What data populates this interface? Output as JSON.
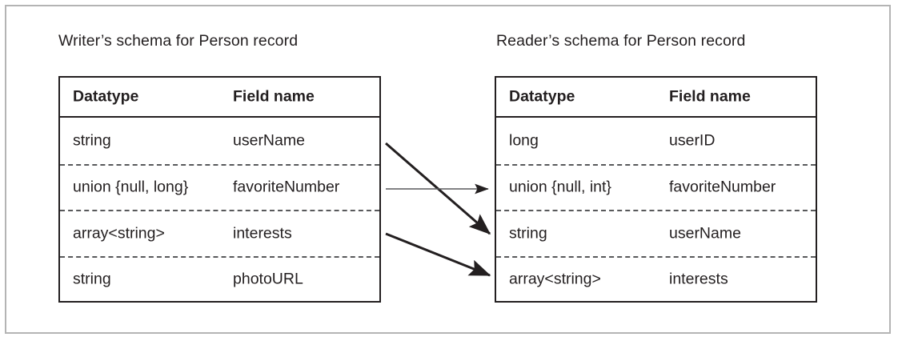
{
  "figure": {
    "writer_title": "Writer’s schema for Person record",
    "reader_title": "Reader’s schema for Person record",
    "frame_color": "#b4b4b4",
    "line_color": "#231f20",
    "divider_color": "#58595b"
  },
  "writer_table": {
    "headers": {
      "datatype": "Datatype",
      "field_name": "Field name"
    },
    "rows": [
      {
        "datatype": "string",
        "field_name": "userName"
      },
      {
        "datatype": "union {null, long}",
        "field_name": "favoriteNumber"
      },
      {
        "datatype": "array<string>",
        "field_name": "interests"
      },
      {
        "datatype": "string",
        "field_name": "photoURL"
      }
    ]
  },
  "reader_table": {
    "headers": {
      "datatype": "Datatype",
      "field_name": "Field name"
    },
    "rows": [
      {
        "datatype": "long",
        "field_name": "userID"
      },
      {
        "datatype": "union {null, int}",
        "field_name": "favoriteNumber"
      },
      {
        "datatype": "string",
        "field_name": "userName"
      },
      {
        "datatype": "array<string>",
        "field_name": "interests"
      }
    ]
  },
  "mappings": [
    {
      "from": "userName",
      "to": "userName",
      "style": "diagonal-down"
    },
    {
      "from": "favoriteNumber",
      "to": "favoriteNumber",
      "style": "horizontal"
    },
    {
      "from": "interests",
      "to": "interests",
      "style": "diagonal-down"
    }
  ]
}
